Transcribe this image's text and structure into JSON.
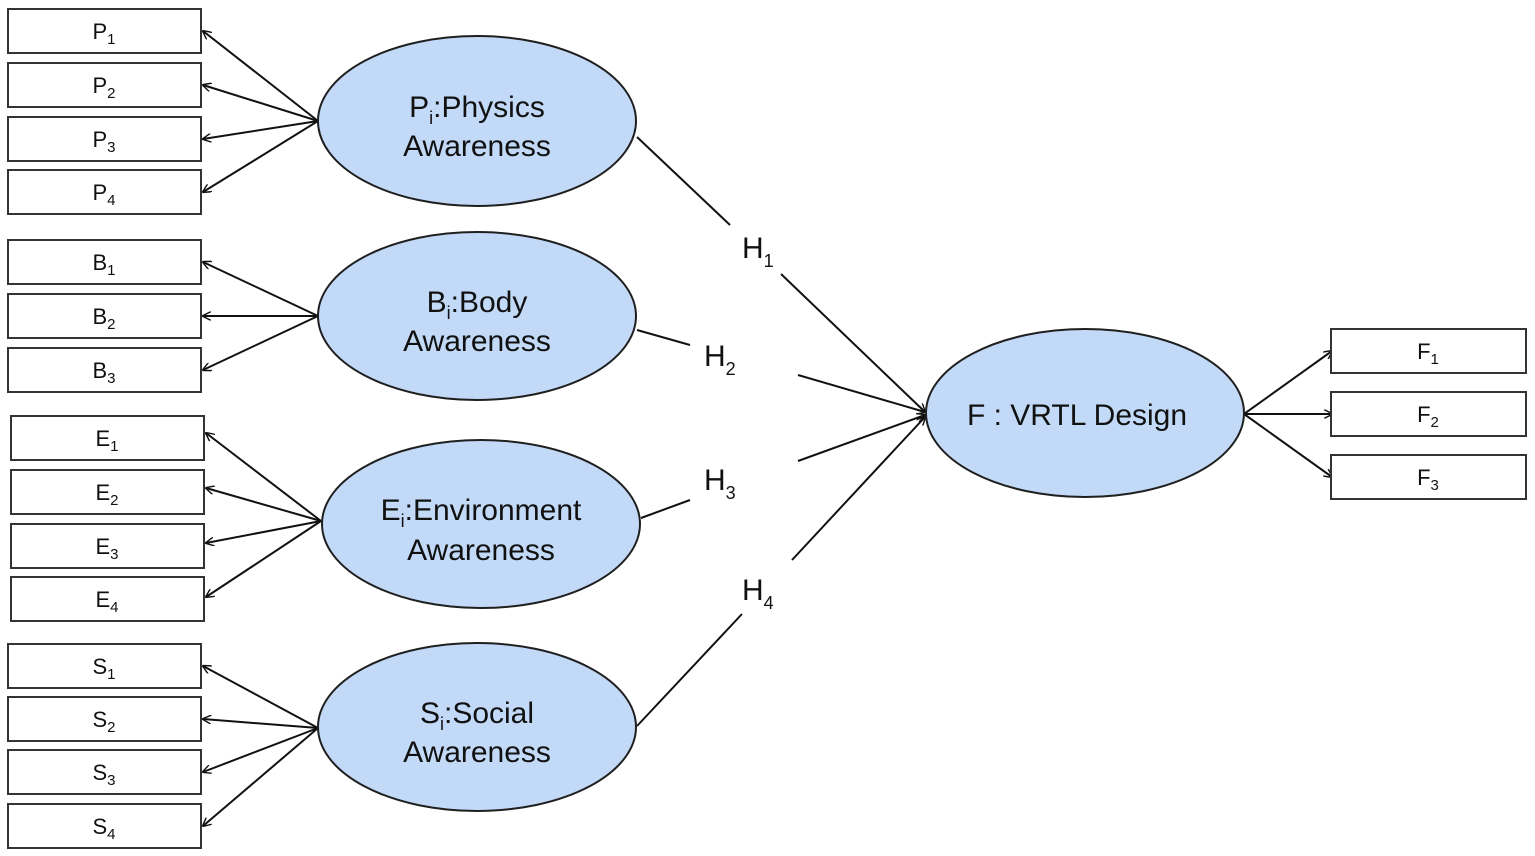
{
  "diagram": {
    "constructs": {
      "physics": {
        "symbol": "P",
        "sub": "i",
        "name": ":Physics",
        "line2": "Awareness",
        "indicators": [
          {
            "label": "P",
            "sub": "1"
          },
          {
            "label": "P",
            "sub": "2"
          },
          {
            "label": "P",
            "sub": "3"
          },
          {
            "label": "P",
            "sub": "4"
          }
        ]
      },
      "body": {
        "symbol": "B",
        "sub": "i",
        "name": ":Body",
        "line2": "Awareness",
        "indicators": [
          {
            "label": "B",
            "sub": "1"
          },
          {
            "label": "B",
            "sub": "2"
          },
          {
            "label": "B",
            "sub": "3"
          }
        ]
      },
      "environment": {
        "symbol": "E",
        "sub": "i",
        "name": ":Environment",
        "line2": "Awareness",
        "indicators": [
          {
            "label": "E",
            "sub": "1"
          },
          {
            "label": "E",
            "sub": "2"
          },
          {
            "label": "E",
            "sub": "3"
          },
          {
            "label": "E",
            "sub": "4"
          }
        ]
      },
      "social": {
        "symbol": "S",
        "sub": "i",
        "name": ":Social",
        "line2": "Awareness",
        "indicators": [
          {
            "label": "S",
            "sub": "1"
          },
          {
            "label": "S",
            "sub": "2"
          },
          {
            "label": "S",
            "sub": "3"
          },
          {
            "label": "S",
            "sub": "4"
          }
        ]
      },
      "outcome": {
        "label": "F : VRTL Design",
        "indicators": [
          {
            "label": "F",
            "sub": "1"
          },
          {
            "label": "F",
            "sub": "2"
          },
          {
            "label": "F",
            "sub": "3"
          }
        ]
      }
    },
    "hypotheses": [
      {
        "label": "H",
        "sub": "1"
      },
      {
        "label": "H",
        "sub": "2"
      },
      {
        "label": "H",
        "sub": "3"
      },
      {
        "label": "H",
        "sub": "4"
      }
    ],
    "colors": {
      "ellipse_fill": "#c2daf7",
      "stroke": "#111111"
    }
  }
}
